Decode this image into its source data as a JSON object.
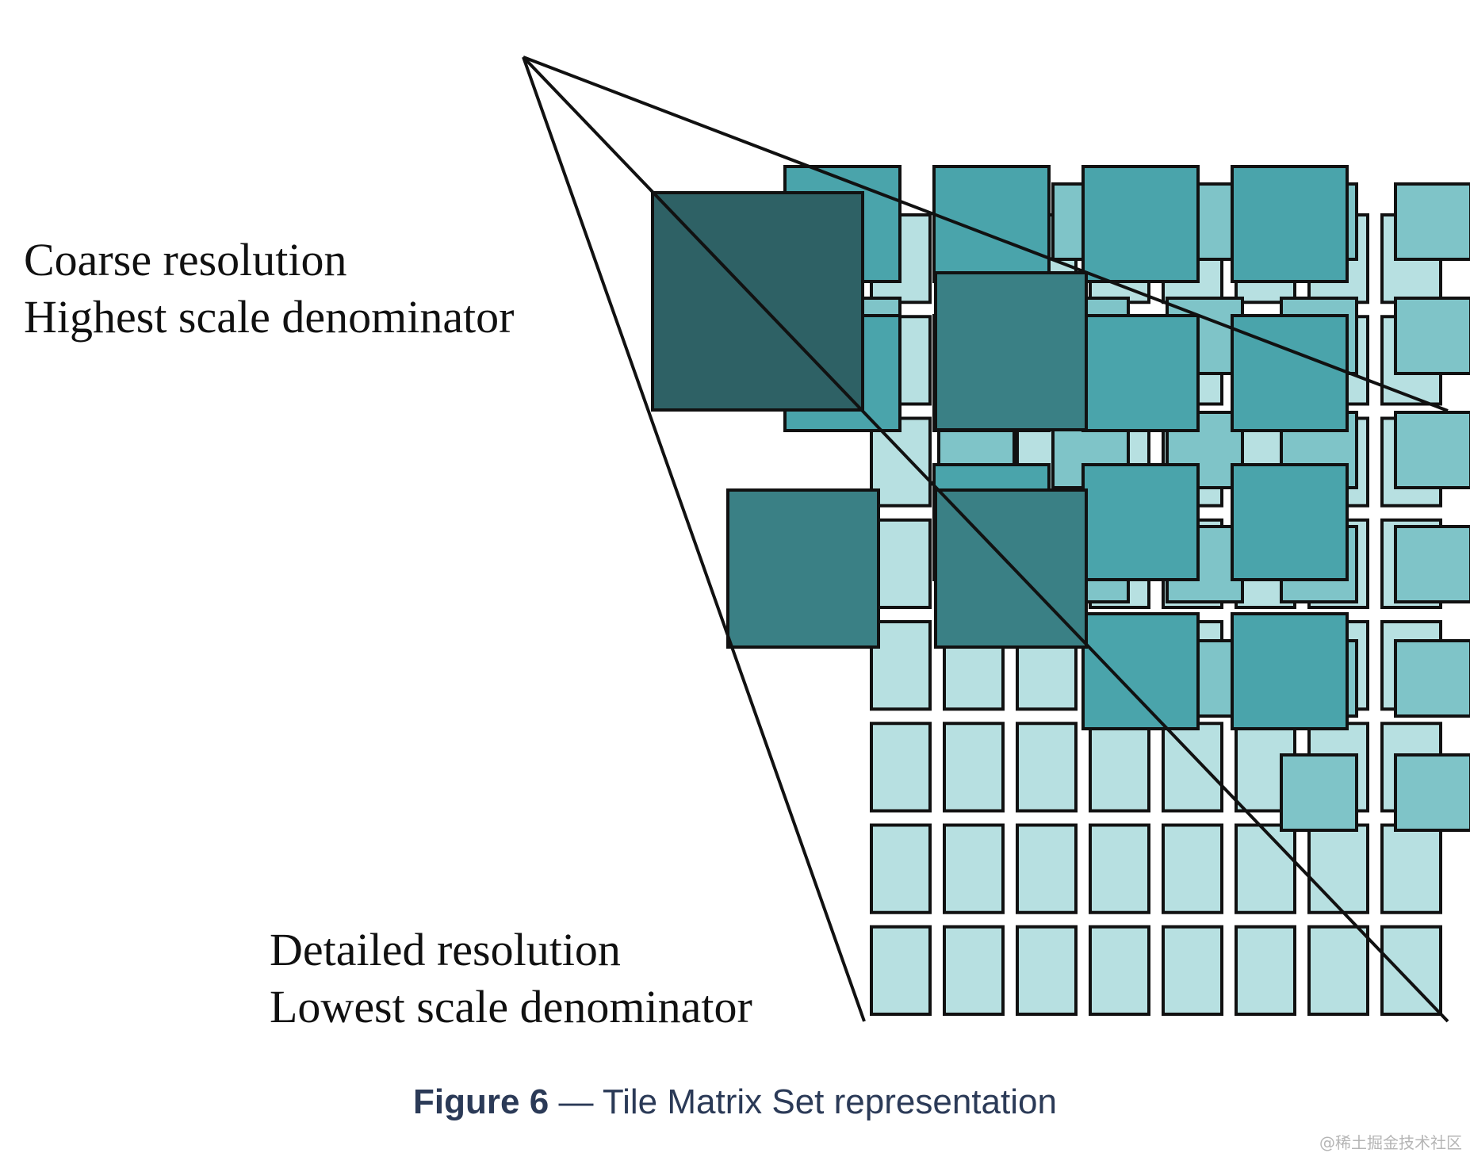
{
  "labels": {
    "coarse_line1": "Coarse resolution",
    "coarse_line2": "Highest scale denominator",
    "detailed_line1": "Detailed resolution",
    "detailed_line2": "Lowest scale denominator"
  },
  "caption": {
    "figure_number": "Figure 6",
    "separator": "—",
    "title": "Tile Matrix Set representation"
  },
  "watermark": "@稀土掘金技术社区",
  "colors": {
    "level_0": "#2e6165",
    "level_1": "#3a8085",
    "level_2": "#4aa4ab",
    "level_3": "#7fc4c8",
    "level_4": "#b7e0e1",
    "stroke": "#111111"
  }
}
